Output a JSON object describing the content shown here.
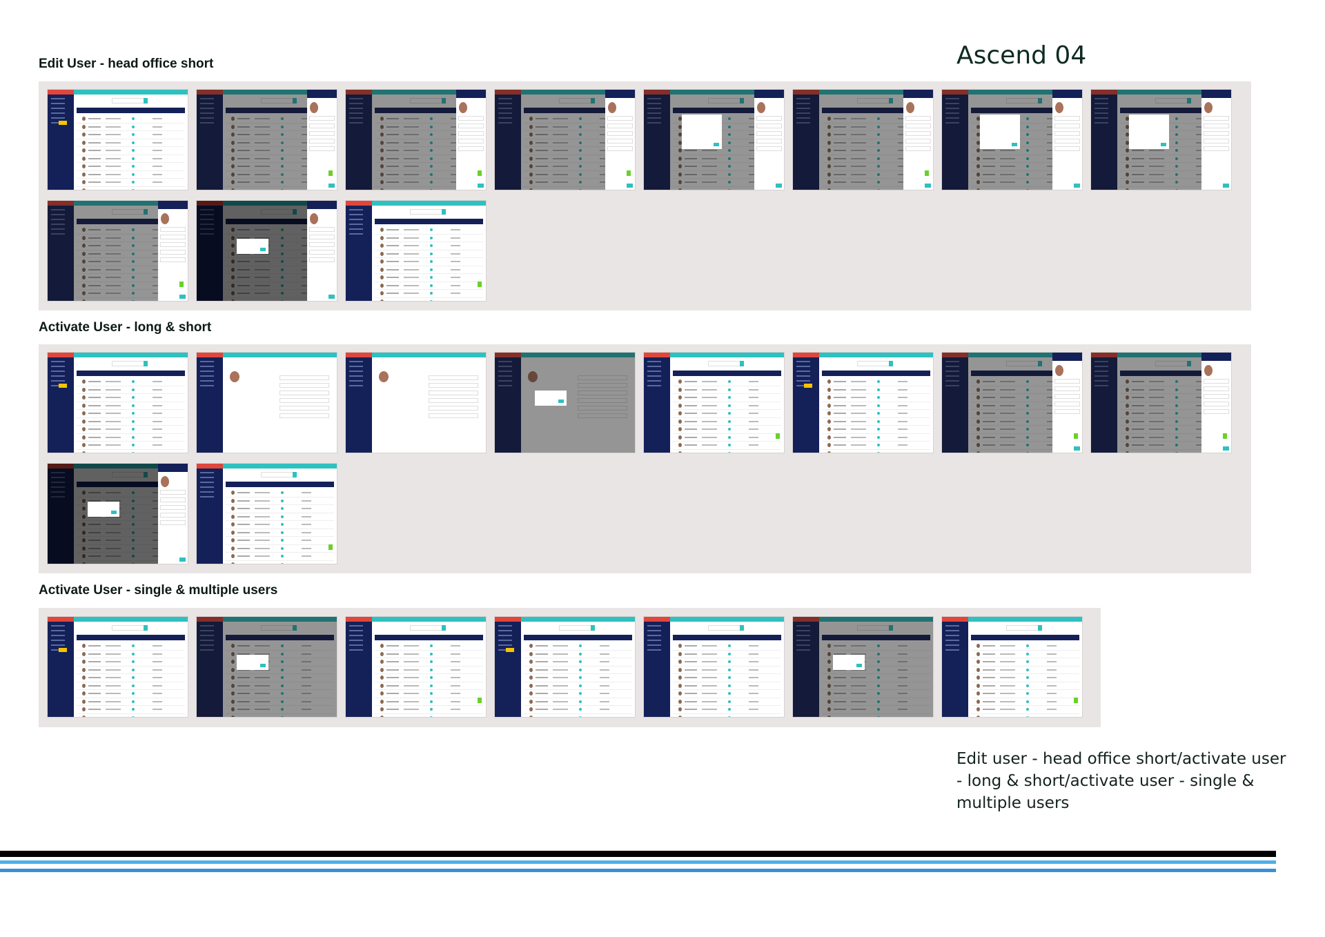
{
  "brand_title": "Ascend 04",
  "sections": [
    {
      "title": "Edit User - head office short",
      "thumb_count": 11
    },
    {
      "title": "Activate User - long & short",
      "thumb_count": 10
    },
    {
      "title": "Activate User - single & multiple users",
      "thumb_count": 7
    }
  ],
  "description": "Edit user - head office short/activate user - long & short/activate user - single & multiple users",
  "colors": {
    "teal": "#2fc0c0",
    "navy": "#142058",
    "red": "#e0463c",
    "panel_bg": "#e9e5e4",
    "rule_black": "#000000",
    "rule_light_blue": "#4fb0e8",
    "rule_blue": "#3b8fd8"
  }
}
